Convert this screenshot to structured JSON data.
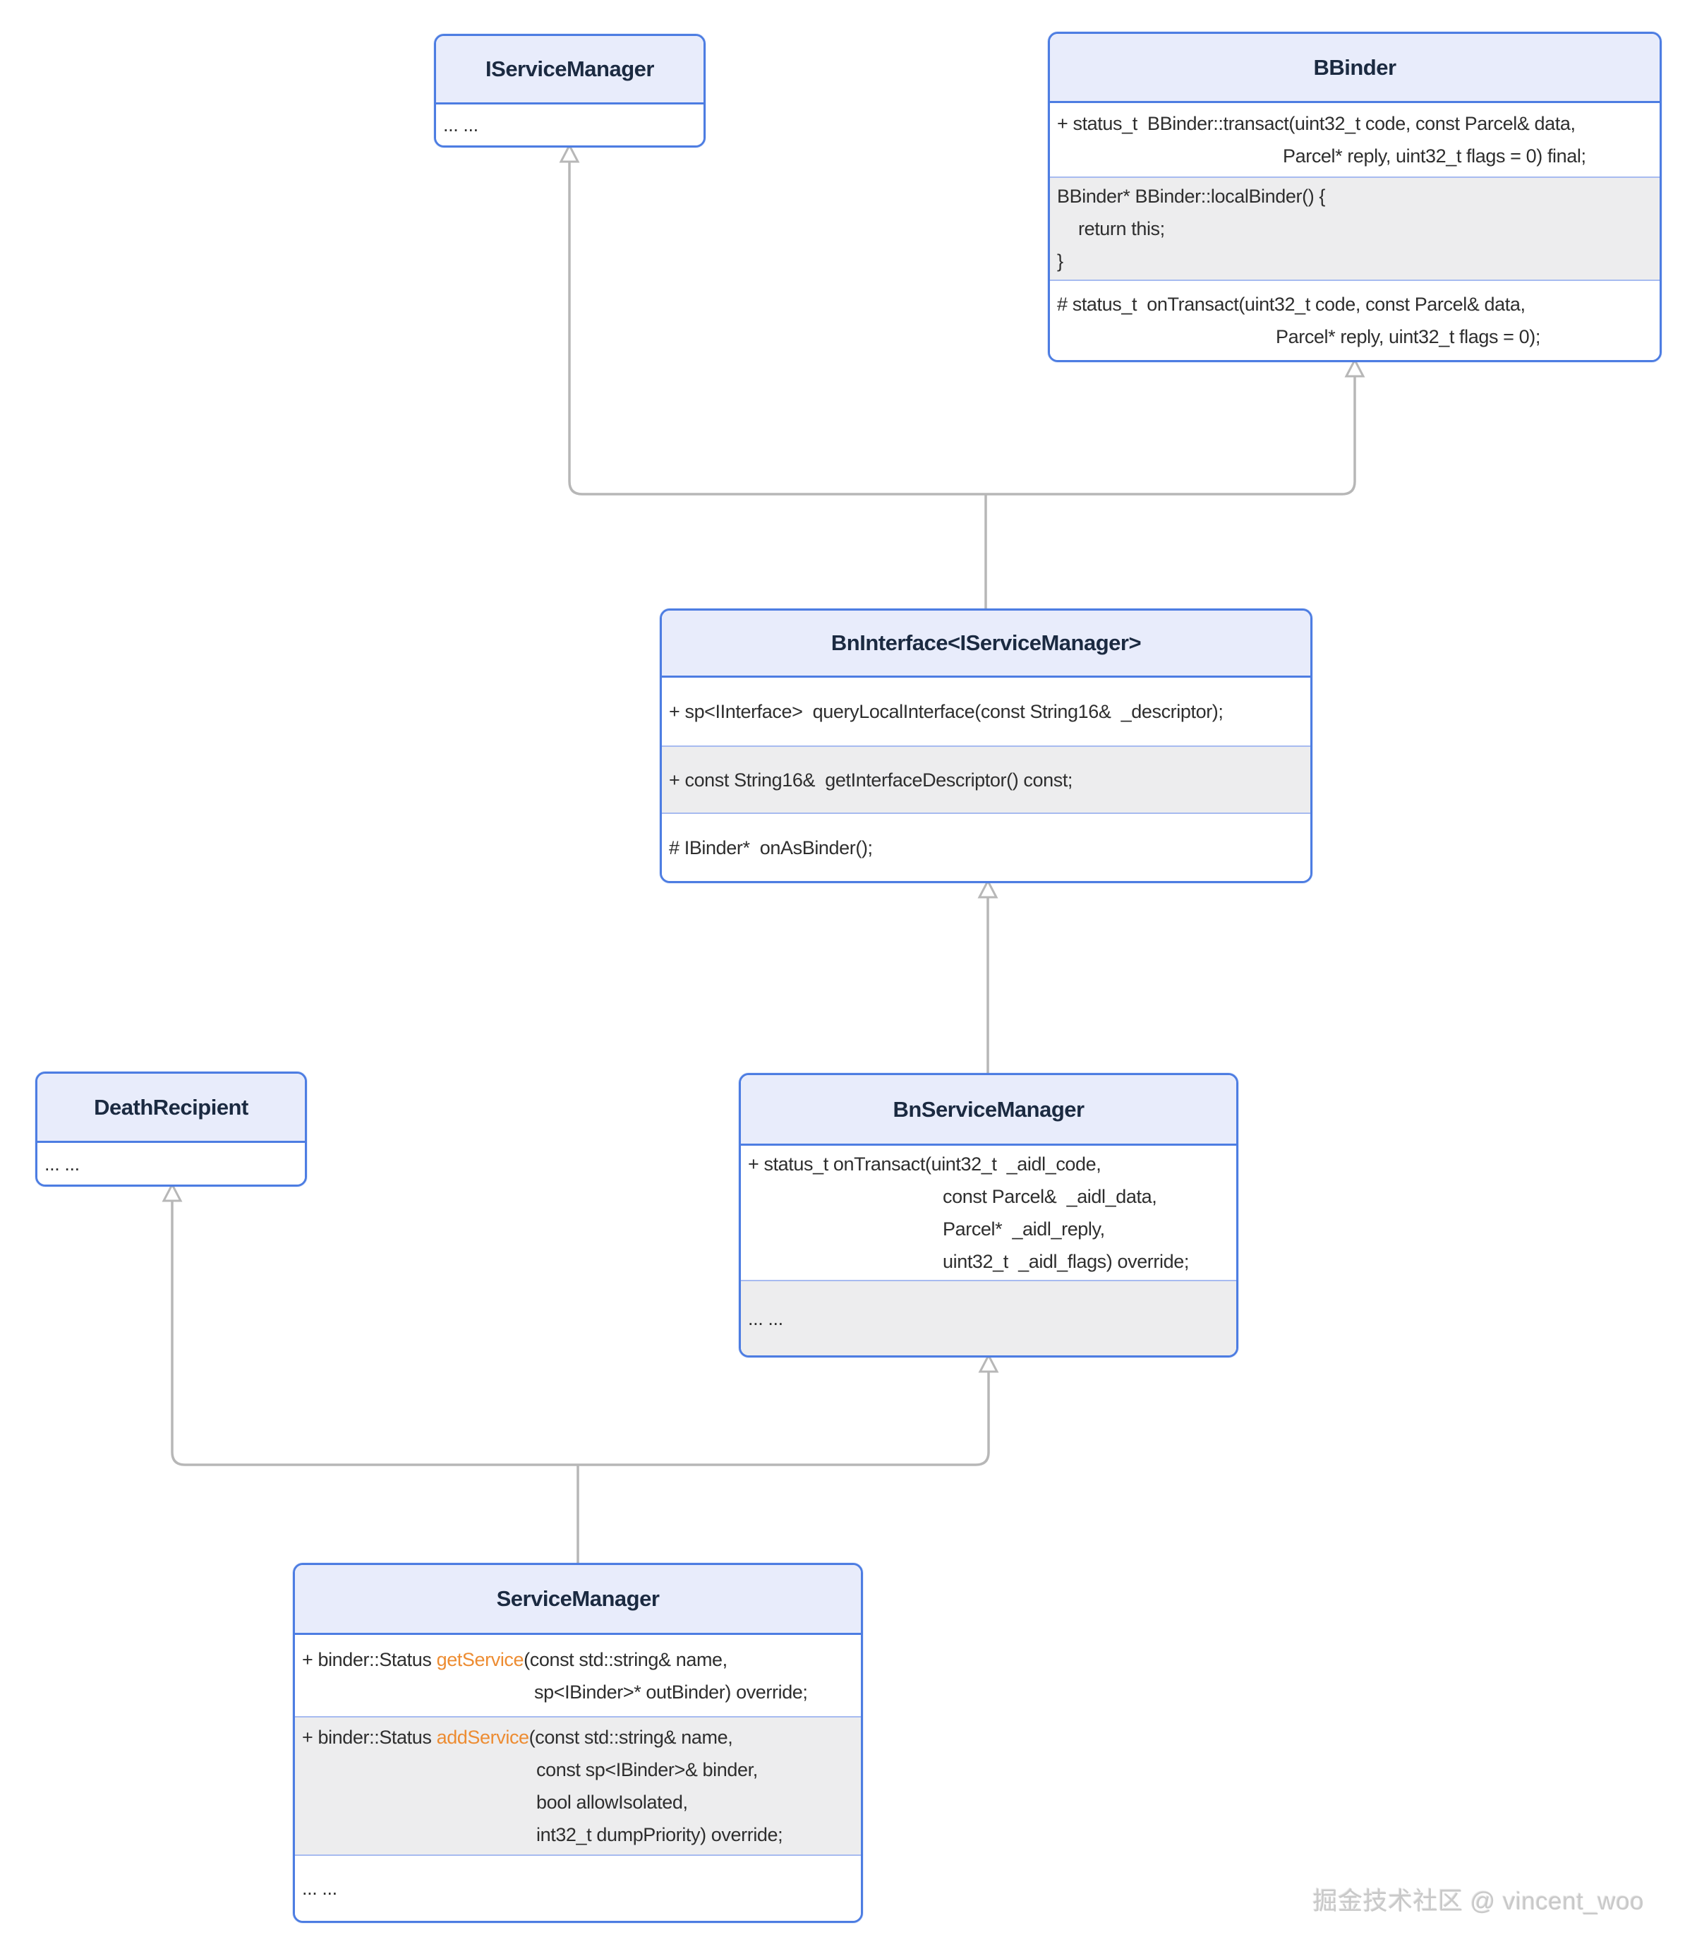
{
  "accent_color": "#ed8c32",
  "watermark": "掘金技术社区 @ vincent_woo",
  "classes": [
    {
      "id": "iservicemanager",
      "title": "IServiceManager",
      "rows": [
        {
          "bg": "white",
          "lines": [
            {
              "indent": 0,
              "segs": [
                {
                  "t": "... ..."
                }
              ]
            }
          ]
        }
      ]
    },
    {
      "id": "bbinder",
      "title": "BBinder",
      "rows": [
        {
          "bg": "white",
          "lines": [
            {
              "indent": 0,
              "segs": [
                {
                  "t": "+ status_t  BBinder::transact(uint32_t code, const Parcel& data,"
                }
              ]
            },
            {
              "indent": 320,
              "segs": [
                {
                  "t": "Parcel* reply, uint32_t flags = 0) final;"
                }
              ]
            }
          ]
        },
        {
          "bg": "gray",
          "lines": [
            {
              "indent": 0,
              "segs": [
                {
                  "t": "BBinder* BBinder::localBinder() {"
                }
              ]
            },
            {
              "indent": 30,
              "segs": [
                {
                  "t": "return this;"
                }
              ]
            },
            {
              "indent": 0,
              "segs": [
                {
                  "t": "}"
                }
              ]
            }
          ]
        },
        {
          "bg": "white",
          "lines": [
            {
              "indent": 0,
              "segs": [
                {
                  "t": "# status_t  onTransact(uint32_t code, const Parcel& data,"
                }
              ]
            },
            {
              "indent": 310,
              "segs": [
                {
                  "t": "Parcel* reply, uint32_t flags = 0);"
                }
              ]
            }
          ]
        }
      ]
    },
    {
      "id": "bninterface",
      "title": "BnInterface<IServiceManager>",
      "rows": [
        {
          "bg": "white",
          "lines": [
            {
              "indent": 0,
              "segs": [
                {
                  "t": "+ sp<IInterface>  queryLocalInterface(const String16&  _descriptor);"
                }
              ]
            }
          ]
        },
        {
          "bg": "gray",
          "lines": [
            {
              "indent": 0,
              "segs": [
                {
                  "t": "+ const String16&  getInterfaceDescriptor() const;"
                }
              ]
            }
          ]
        },
        {
          "bg": "white",
          "lines": [
            {
              "indent": 0,
              "segs": [
                {
                  "t": "# IBinder*  onAsBinder();"
                }
              ]
            }
          ]
        }
      ]
    },
    {
      "id": "deathrecipient",
      "title": "DeathRecipient",
      "rows": [
        {
          "bg": "white",
          "lines": [
            {
              "indent": 0,
              "segs": [
                {
                  "t": "... ..."
                }
              ]
            }
          ]
        }
      ]
    },
    {
      "id": "bnservicemanager",
      "title": "BnServiceManager",
      "rows": [
        {
          "bg": "white",
          "lines": [
            {
              "indent": 0,
              "segs": [
                {
                  "t": "+ status_t onTransact(uint32_t  _aidl_code,"
                }
              ]
            },
            {
              "indent": 276,
              "segs": [
                {
                  "t": "const Parcel&  _aidl_data,"
                }
              ]
            },
            {
              "indent": 276,
              "segs": [
                {
                  "t": "Parcel*  _aidl_reply,"
                }
              ]
            },
            {
              "indent": 276,
              "segs": [
                {
                  "t": "uint32_t  _aidl_flags) override;"
                }
              ]
            }
          ]
        },
        {
          "bg": "gray",
          "lines": [
            {
              "indent": 0,
              "segs": [
                {
                  "t": "... ..."
                }
              ]
            }
          ]
        }
      ]
    },
    {
      "id": "servicemanager",
      "title": "ServiceManager",
      "rows": [
        {
          "bg": "white",
          "lines": [
            {
              "indent": 0,
              "segs": [
                {
                  "t": "+ binder::Status "
                },
                {
                  "t": "getService",
                  "accent": true
                },
                {
                  "t": "(const std::string& name,"
                }
              ]
            },
            {
              "indent": 329,
              "segs": [
                {
                  "t": "sp<IBinder>* outBinder) override;"
                }
              ]
            }
          ]
        },
        {
          "bg": "gray",
          "lines": [
            {
              "indent": 0,
              "segs": [
                {
                  "t": "+ binder::Status "
                },
                {
                  "t": "addService",
                  "accent": true
                },
                {
                  "t": "(const std::string& name,"
                }
              ]
            },
            {
              "indent": 332,
              "segs": [
                {
                  "t": "const sp<IBinder>& binder,"
                }
              ]
            },
            {
              "indent": 332,
              "segs": [
                {
                  "t": "bool allowIsolated,"
                }
              ]
            },
            {
              "indent": 332,
              "segs": [
                {
                  "t": "int32_t dumpPriority) override;"
                }
              ]
            }
          ]
        },
        {
          "bg": "white",
          "lines": [
            {
              "indent": 0,
              "segs": [
                {
                  "t": "... ..."
                }
              ]
            }
          ]
        }
      ]
    }
  ]
}
